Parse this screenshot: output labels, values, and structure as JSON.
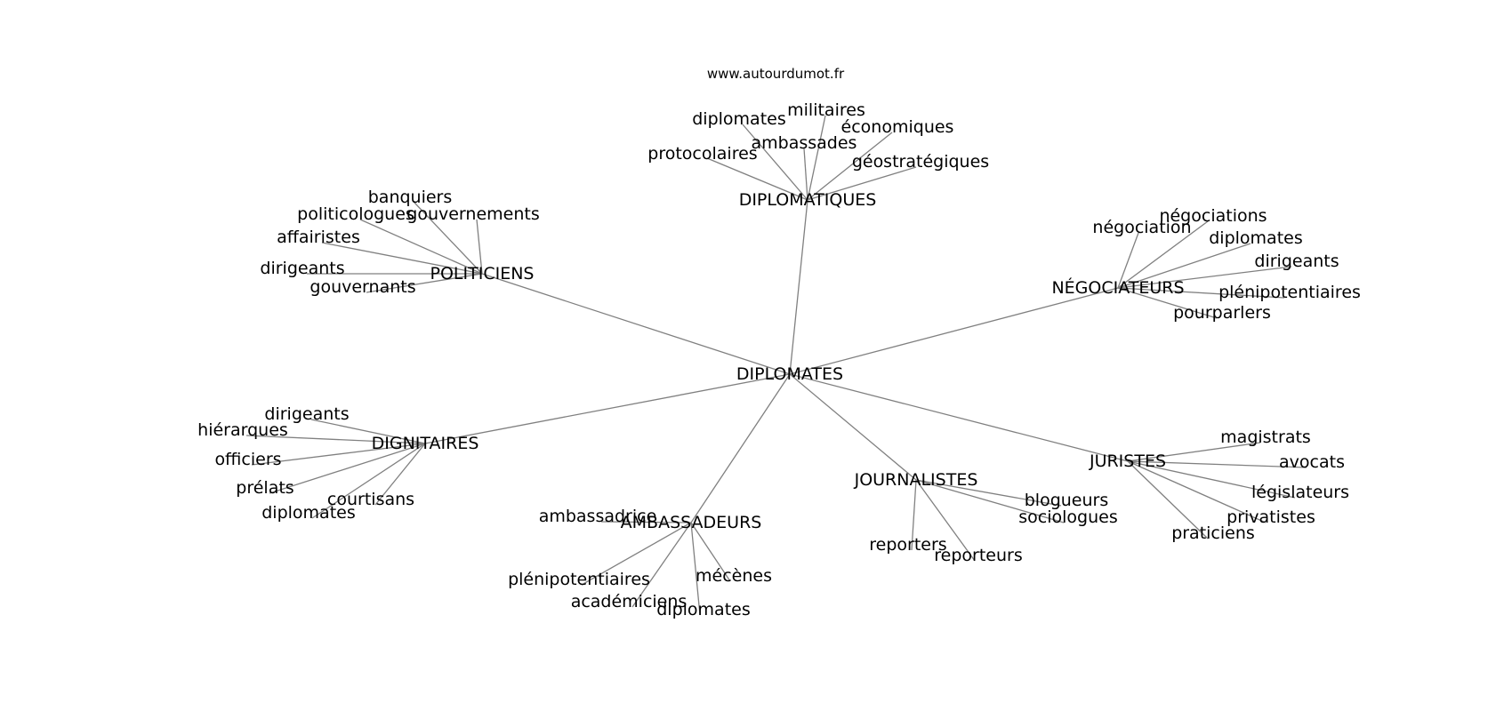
{
  "watermark": "www.autourdumot.fr",
  "graph": {
    "root": "DIPLOMATES",
    "groups": [
      {
        "name": "DIPLOMATIQUES",
        "leaves": [
          "diplomates",
          "militaires",
          "économiques",
          "ambassades",
          "protocolaires",
          "géostratégiques"
        ]
      },
      {
        "name": "POLITICIENS",
        "leaves": [
          "banquiers",
          "politicologues",
          "gouvernements",
          "affairistes",
          "dirigeants",
          "gouvernants"
        ]
      },
      {
        "name": "NÉGOCIATEURS",
        "leaves": [
          "négociations",
          "négociation",
          "diplomates",
          "dirigeants",
          "plénipotentiaires",
          "pourparlers"
        ]
      },
      {
        "name": "DIGNITAIRES",
        "leaves": [
          "dirigeants",
          "hiérarques",
          "officiers",
          "prélats",
          "courtisans",
          "diplomates"
        ]
      },
      {
        "name": "AMBASSADEURS",
        "leaves": [
          "ambassadrice",
          "plénipotentiaires",
          "mécènes",
          "académiciens",
          "diplomates"
        ]
      },
      {
        "name": "JOURNALISTES",
        "leaves": [
          "blogueurs",
          "sociologues",
          "reporters",
          "reporteurs"
        ]
      },
      {
        "name": "JURISTES",
        "leaves": [
          "magistrats",
          "avocats",
          "législateurs",
          "privatistes",
          "praticiens"
        ]
      }
    ]
  }
}
